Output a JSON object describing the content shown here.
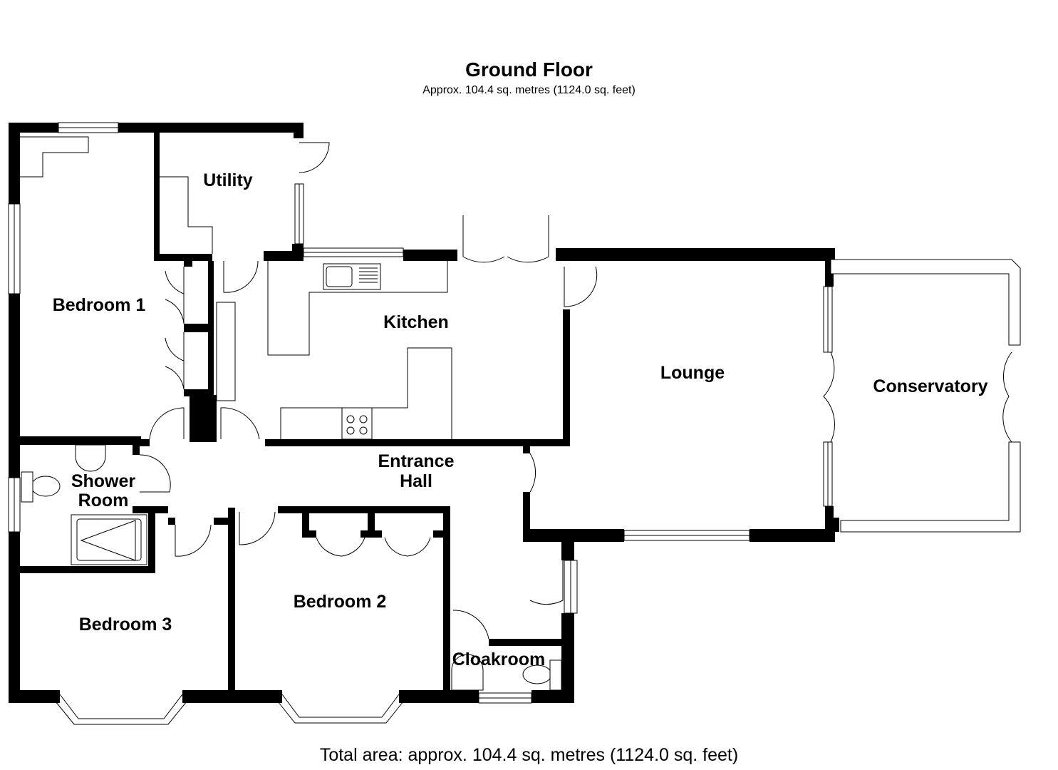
{
  "header": {
    "title": "Ground Floor",
    "subtitle": "Approx. 104.4 sq. metres (1124.0 sq. feet)"
  },
  "rooms": {
    "bedroom1": "Bedroom 1",
    "utility": "Utility",
    "kitchen": "Kitchen",
    "lounge": "Lounge",
    "conservatory": "Conservatory",
    "shower_line1": "Shower",
    "shower_line2": "Room",
    "hall_line1": "Entrance",
    "hall_line2": "Hall",
    "bedroom2": "Bedroom 2",
    "bedroom3": "Bedroom 3",
    "cloakroom": "Cloakroom"
  },
  "footer": {
    "total": "Total area: approx. 104.4 sq. metres (1124.0 sq. feet)"
  }
}
